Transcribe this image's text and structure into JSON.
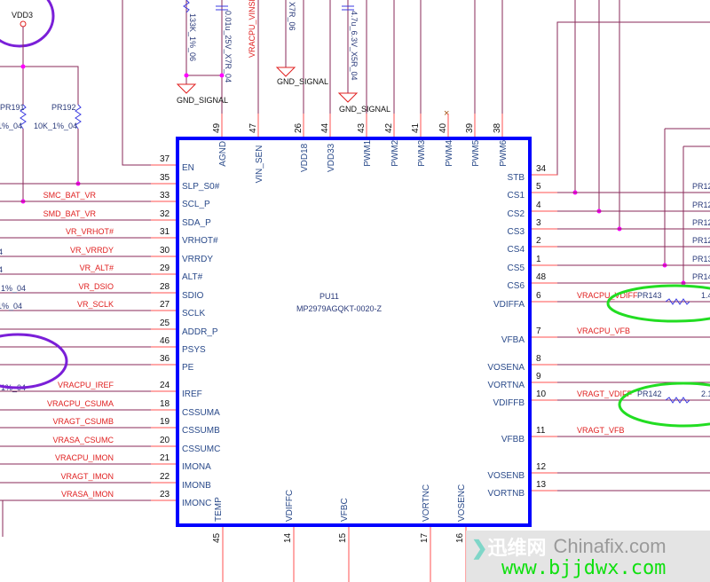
{
  "chip": {
    "ref": "PU11",
    "part": "MP2979AGQKT-0020-Z",
    "border_color": "#0000ff"
  },
  "left_pins": [
    {
      "num": "37",
      "name": "EN",
      "net": ""
    },
    {
      "num": "35",
      "name": "SLP_S0#",
      "net": ""
    },
    {
      "num": "33",
      "name": "SCL_P",
      "net": "SMC_BAT_VR"
    },
    {
      "num": "32",
      "name": "SDA_P",
      "net": "SMD_BAT_VR"
    },
    {
      "num": "31",
      "name": "VRHOT#",
      "net": "VR_VRHOT#"
    },
    {
      "num": "30",
      "name": "VRRDY",
      "net": "VR_VRRDY"
    },
    {
      "num": "29",
      "name": "ALT#",
      "net": "VR_ALT#"
    },
    {
      "num": "28",
      "name": "SDIO",
      "net": "VR_DSIO"
    },
    {
      "num": "27",
      "name": "SCLK",
      "net": "VR_SCLK"
    },
    {
      "num": "25",
      "name": "ADDR_P",
      "net": ""
    },
    {
      "num": "46",
      "name": "PSYS",
      "net": ""
    },
    {
      "num": "36",
      "name": "PE",
      "net": ""
    },
    {
      "num": "24",
      "name": "IREF",
      "net": "VRACPU_IREF"
    },
    {
      "num": "18",
      "name": "CSSUMA",
      "net": "VRACPU_CSUMA"
    },
    {
      "num": "19",
      "name": "CSSUMB",
      "net": "VRAGT_CSUMB"
    },
    {
      "num": "20",
      "name": "CSSUMC",
      "net": "VRASA_CSUMC"
    },
    {
      "num": "21",
      "name": "IMONA",
      "net": "VRACPU_IMON"
    },
    {
      "num": "22",
      "name": "IMONB",
      "net": "VRAGT_IMON"
    },
    {
      "num": "23",
      "name": "IMONC",
      "net": "VRASA_IMON"
    }
  ],
  "right_pins": [
    {
      "num": "34",
      "name": "STB",
      "net": "",
      "ref": ""
    },
    {
      "num": "5",
      "name": "CS1",
      "net": "",
      "ref": "PR12"
    },
    {
      "num": "4",
      "name": "CS2",
      "net": "",
      "ref": "PR12"
    },
    {
      "num": "3",
      "name": "CS3",
      "net": "",
      "ref": "PR12"
    },
    {
      "num": "2",
      "name": "CS4",
      "net": "",
      "ref": "PR12"
    },
    {
      "num": "1",
      "name": "CS5",
      "net": "",
      "ref": "PR13"
    },
    {
      "num": "48",
      "name": "CS6",
      "net": "",
      "ref": "PR14"
    },
    {
      "num": "6",
      "name": "VDIFFA",
      "net": "VRACPU_VDIFF",
      "ref": "PR143",
      "value": "1.4"
    },
    {
      "num": "7",
      "name": "VFBA",
      "net": "VRACPU_VFB",
      "ref": ""
    },
    {
      "num": "8",
      "name": "VOSENA",
      "net": "",
      "ref": ""
    },
    {
      "num": "9",
      "name": "VORTNA",
      "net": "",
      "ref": ""
    },
    {
      "num": "10",
      "name": "VDIFFB",
      "net": "VRAGT_VDIFF",
      "ref": "PR142",
      "value": "2.1"
    },
    {
      "num": "11",
      "name": "VFBB",
      "net": "VRAGT_VFB",
      "ref": ""
    },
    {
      "num": "12",
      "name": "VOSENB",
      "net": "",
      "ref": ""
    },
    {
      "num": "13",
      "name": "VORTNB",
      "net": "",
      "ref": ""
    }
  ],
  "top_pins": [
    {
      "num": "49",
      "name": "AGND"
    },
    {
      "num": "47",
      "name": "VIN_SEN"
    },
    {
      "num": "26",
      "name": "VDD18"
    },
    {
      "num": "44",
      "name": "VDD33"
    },
    {
      "num": "43",
      "name": "PWM1"
    },
    {
      "num": "42",
      "name": "PWM2"
    },
    {
      "num": "41",
      "name": "PWM3"
    },
    {
      "num": "40",
      "name": "PWM4"
    },
    {
      "num": "39",
      "name": "PWM5"
    },
    {
      "num": "38",
      "name": "PWM6"
    }
  ],
  "bottom_pins": [
    {
      "num": "45",
      "name": "TEMP"
    },
    {
      "num": "14",
      "name": "VDIFFC"
    },
    {
      "num": "15",
      "name": "VFBC"
    },
    {
      "num": "17",
      "name": "VORTNC"
    },
    {
      "num": "16",
      "name": "VOSENC"
    }
  ],
  "components": {
    "vdd3": "VDD3",
    "pr191": {
      "ref": "PR191",
      "value": "1%_04"
    },
    "pr192": {
      "ref": "PR192",
      "value": "10K_1%_04"
    },
    "r_133k": "133K_1%_06",
    "c_001u": "0.01u_25V_X7R_04",
    "vinsen_net": "VRACPU_VINSEN",
    "c_x7r06": "X7R_06",
    "c_47u": "4.7u_6.3V_X5R_04",
    "gnd": "GND_SIGNAL",
    "left_fragments": [
      "4",
      "4",
      "1%_04",
      "1%_04",
      "1%_04"
    ]
  },
  "watermark": {
    "logo": "迅维网",
    "site1": "Chinafix.com",
    "site2": "www.bjjdwx.com"
  }
}
